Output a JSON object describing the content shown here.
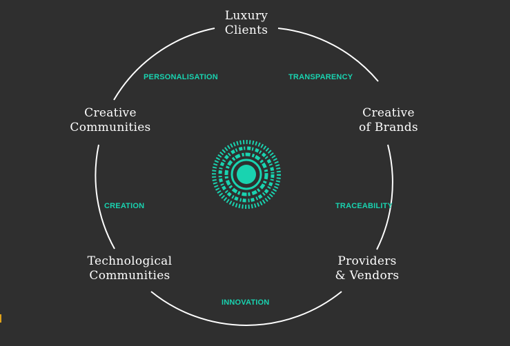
{
  "diagram": {
    "nodes": [
      {
        "id": "luxury-clients",
        "lines": [
          "Luxury",
          "Clients"
        ]
      },
      {
        "id": "creative-brands",
        "lines": [
          "Creative",
          "of Brands"
        ]
      },
      {
        "id": "providers-vendors",
        "lines": [
          "Providers",
          "& Vendors"
        ]
      },
      {
        "id": "technological-communities",
        "lines": [
          "Technological",
          "Communities"
        ]
      },
      {
        "id": "creative-communities",
        "lines": [
          "Creative",
          "Communities"
        ]
      }
    ],
    "edges": [
      {
        "id": "transparency",
        "label": "TRANSPARENCY"
      },
      {
        "id": "traceability",
        "label": "TRACEABILITY"
      },
      {
        "id": "innovation",
        "label": "INNOVATION"
      },
      {
        "id": "creation",
        "label": "CREATION"
      },
      {
        "id": "personalisation",
        "label": "PERSONALISATION"
      }
    ],
    "colors": {
      "background": "#2f2f2f",
      "ring": "#ffffff",
      "accent": "#19d3b0",
      "text": "#ffffff"
    },
    "center_icon": "concentric-circles-logo-icon"
  }
}
